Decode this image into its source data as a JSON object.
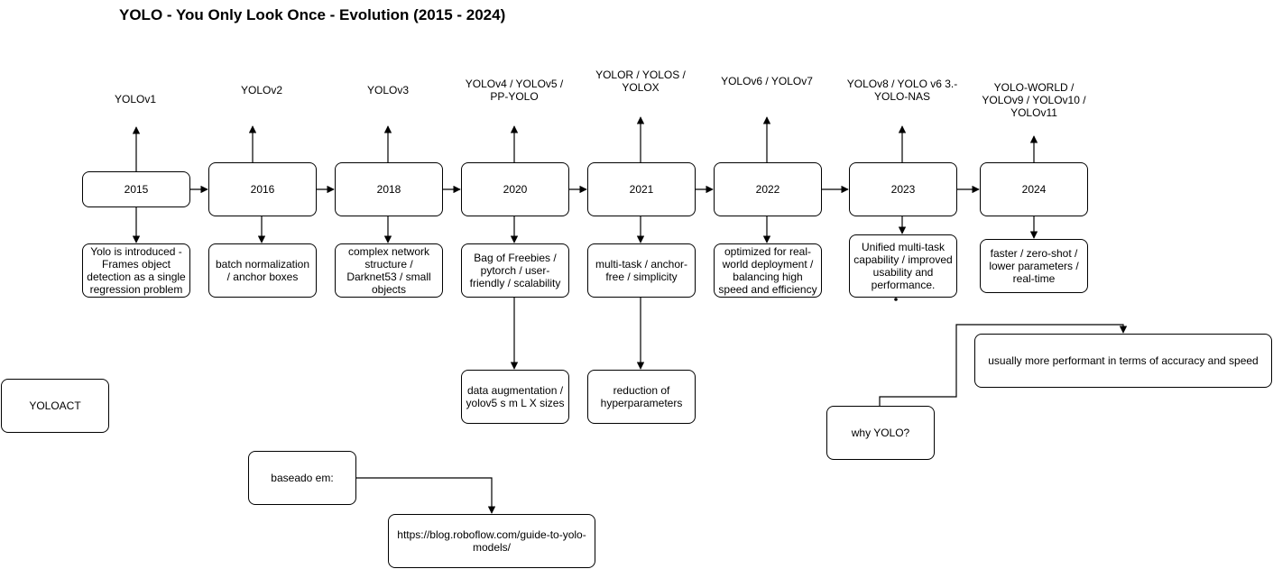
{
  "title": "YOLO - You Only Look Once - Evolution (2015 - 2024)",
  "years": [
    "2015",
    "2016",
    "2018",
    "2020",
    "2021",
    "2022",
    "2023",
    "2024"
  ],
  "models": [
    "YOLOv1",
    "YOLOv2",
    "YOLOv3",
    "YOLOv4 / YOLOv5 / PP-YOLO",
    "YOLOR / YOLOS / YOLOX",
    "YOLOv6 / YOLOv7",
    "YOLOv8 / YOLO v6 3.- YOLO-NAS",
    "YOLO-WORLD / YOLOv9 / YOLOv10 / YOLOv11"
  ],
  "features": [
    "Yolo is introduced - Frames object detection as a single regression problem",
    "batch normalization / anchor boxes",
    "complex network structure / Darknet53 / small objects",
    "Bag of Freebies / pytorch / user-friendly / scalability",
    "multi-task / anchor-free / simplicity",
    "optimized for real-world deployment / balancing high speed and efficiency",
    "Unified multi-task capability / improved usability and performance.",
    "faster / zero-shot / lower parameters / real-time"
  ],
  "extras": {
    "data_augmentation": "data augmentation / yolov5 s m L X sizes",
    "hyperparameters": "reduction of hyperparameters"
  },
  "yoloact": "YOLOACT",
  "why_yolo": "why YOLO?",
  "why_answer": "usually more performant in terms of accuracy and speed",
  "based_on": "baseado em:",
  "source_url": "https://blog.roboflow.com/guide-to-yolo-models/"
}
